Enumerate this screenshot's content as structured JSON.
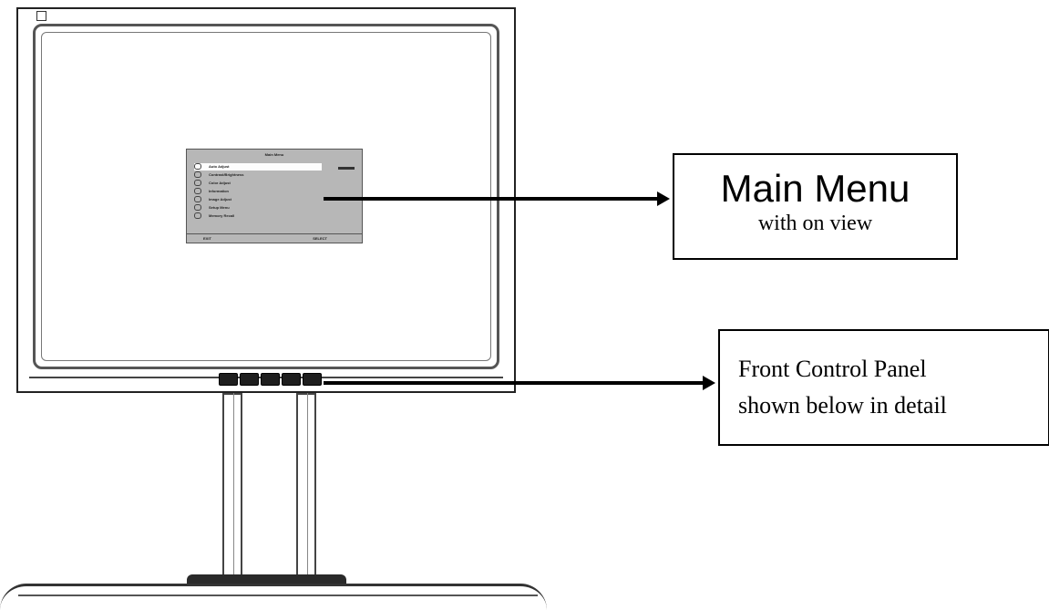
{
  "osd": {
    "title": "Main Menu",
    "items": [
      "Auto Adjust",
      "Contrast/Brightness",
      "Color Adjust",
      "Information",
      "Image Adjust",
      "Setup Menu",
      "Memory Recall"
    ],
    "footer_left": "EXIT",
    "footer_right": "SELECT"
  },
  "callouts": {
    "main_menu": {
      "title": "Main Menu",
      "subtitle": "with on view"
    },
    "front_panel": {
      "line1": "Front Control Panel",
      "line2": "shown below in detail"
    }
  }
}
